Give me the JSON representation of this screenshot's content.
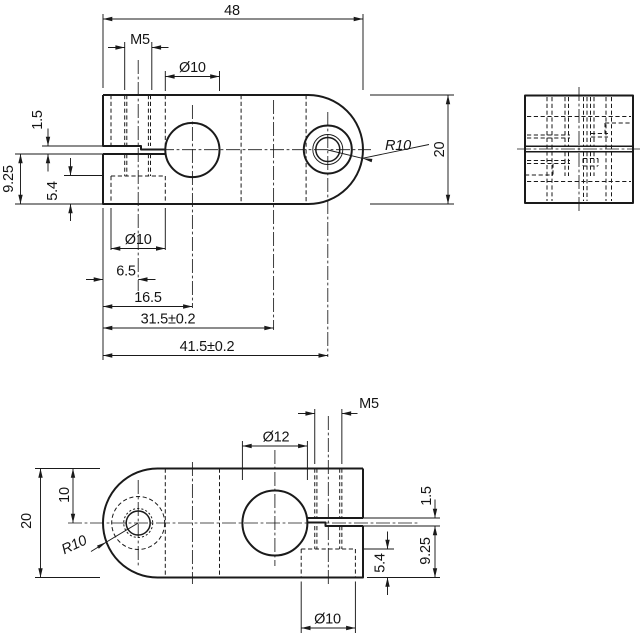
{
  "colors": {
    "ink": "#1a1a1a",
    "background": "#ffffff"
  },
  "drawing_type": "engineering-drawing-cross-clamp",
  "top_view": {
    "overall_length": "48",
    "clamp_thread": "M5",
    "bore_dia": "Ø10",
    "slit_width": "1.5",
    "slit_to_bottom": "9.25",
    "cbore_depth": "5.4",
    "cbore_dia": "Ø10",
    "screw_from_edge": "6.5",
    "bore_center_from_edge": "16.5",
    "cross_bore_center": "31.5±0.2",
    "screw_center": "41.5±0.2",
    "end_radius": "R10",
    "width": "20"
  },
  "front_view": {
    "clamp_thread": "M5",
    "bore_dia": "Ø12",
    "bore_center_from_top": "10",
    "height": "20",
    "end_radius": "R10",
    "slit_width": "1.5",
    "slit_to_bottom": "9.25",
    "cbore_depth": "5.4",
    "cbore_dia": "Ø10"
  }
}
